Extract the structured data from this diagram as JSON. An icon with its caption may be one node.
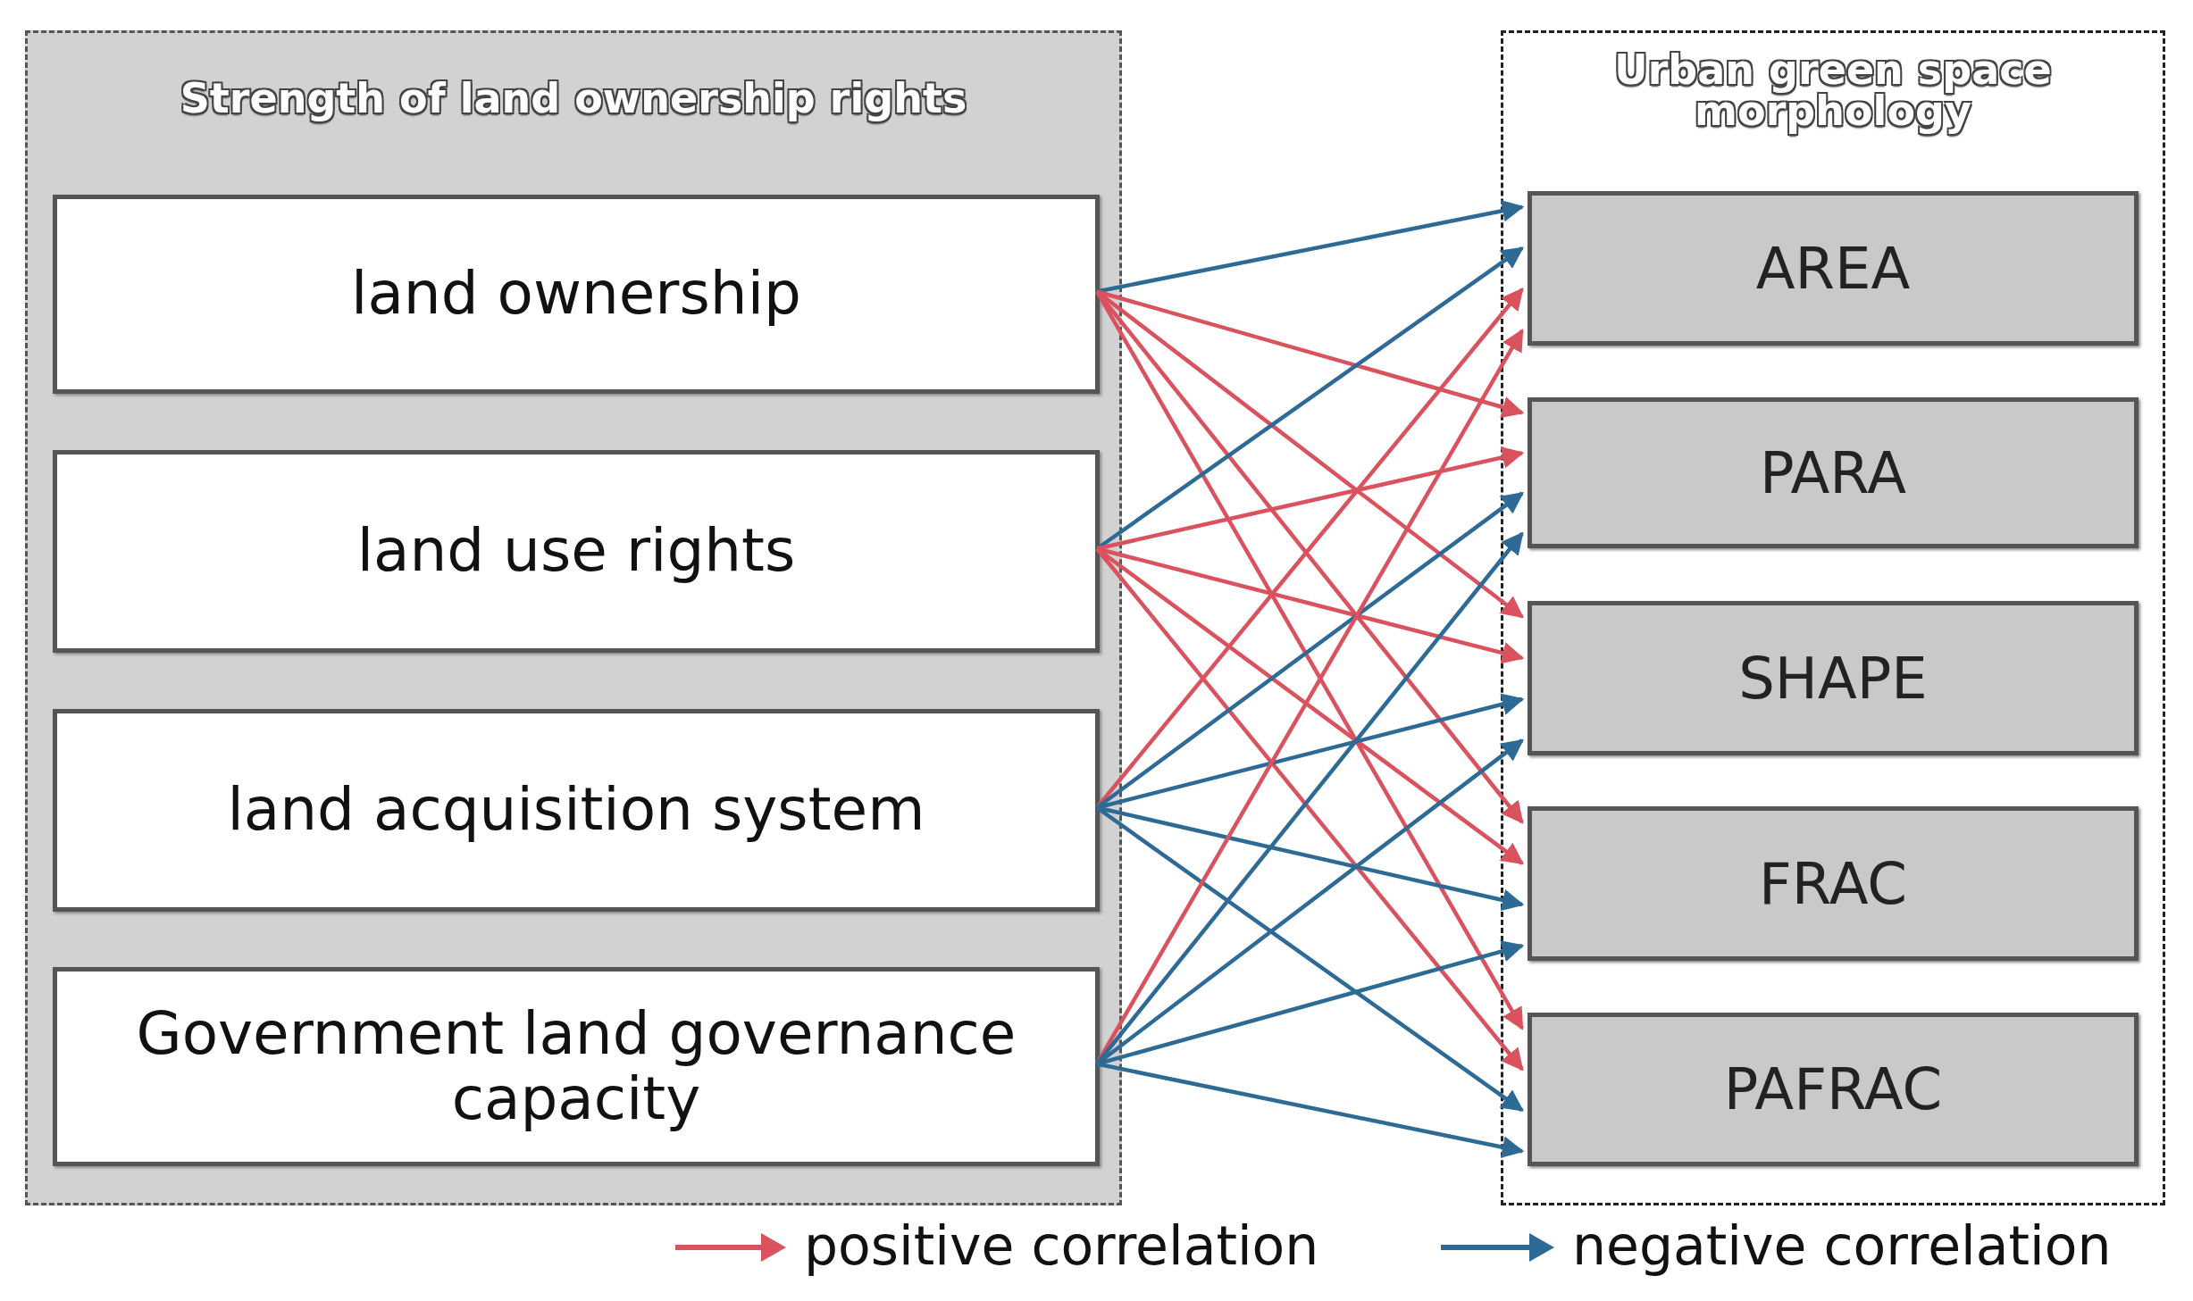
{
  "diagram": {
    "nodes": [
      {
        "text": [
          "Strength of land ownership rights"
        ]
      },
      {
        "text": [
          "land ownership"
        ],
        "in": 0
      },
      {
        "text": [
          "land use rights"
        ],
        "in": 0
      },
      {
        "text": [
          "land acquisition system"
        ],
        "in": 0
      },
      {
        "text": [
          "Government land governance capacity"
        ],
        "in": 0
      },
      {
        "text": [
          "Urban green space morphology"
        ]
      },
      {
        "text": [
          "AREA"
        ],
        "in": 5
      },
      {
        "text": [
          "PARA"
        ],
        "in": 5
      },
      {
        "text": [
          "SHAPE"
        ],
        "in": 5
      },
      {
        "text": [
          "FRAC"
        ],
        "in": 5
      },
      {
        "text": [
          "PAFRAC"
        ],
        "in": 5
      }
    ],
    "edges": [
      {
        "from": 1,
        "to": 6,
        "arrow": "to",
        "color": "#2e6a96"
      },
      {
        "from": 1,
        "to": 7,
        "arrow": "to",
        "color": "#d9525e"
      },
      {
        "from": 1,
        "to": 8,
        "arrow": "to",
        "color": "#d9525e"
      },
      {
        "from": 1,
        "to": 9,
        "arrow": "to",
        "color": "#d9525e"
      },
      {
        "from": 1,
        "to": 10,
        "arrow": "to",
        "color": "#d9525e"
      },
      {
        "from": 2,
        "to": 6,
        "arrow": "to",
        "color": "#2e6a96"
      },
      {
        "from": 2,
        "to": 7,
        "arrow": "to",
        "color": "#d9525e"
      },
      {
        "from": 2,
        "to": 8,
        "arrow": "to",
        "color": "#d9525e"
      },
      {
        "from": 2,
        "to": 9,
        "arrow": "to",
        "color": "#d9525e"
      },
      {
        "from": 2,
        "to": 10,
        "arrow": "to",
        "color": "#d9525e"
      },
      {
        "from": 3,
        "to": 6,
        "arrow": "to",
        "color": "#d9525e"
      },
      {
        "from": 3,
        "to": 7,
        "arrow": "to",
        "color": "#2e6a96"
      },
      {
        "from": 3,
        "to": 8,
        "arrow": "to",
        "color": "#2e6a96"
      },
      {
        "from": 3,
        "to": 9,
        "arrow": "to",
        "color": "#2e6a96"
      },
      {
        "from": 3,
        "to": 10,
        "arrow": "to",
        "color": "#2e6a96"
      },
      {
        "from": 4,
        "to": 6,
        "arrow": "to",
        "color": "#d9525e"
      },
      {
        "from": 4,
        "to": 7,
        "arrow": "to",
        "color": "#2e6a96"
      },
      {
        "from": 4,
        "to": 8,
        "arrow": "to",
        "color": "#2e6a96"
      },
      {
        "from": 4,
        "to": 9,
        "arrow": "to",
        "color": "#2e6a96"
      },
      {
        "from": 4,
        "to": 10,
        "arrow": "to",
        "color": "#2e6a96"
      }
    ],
    "legend": [
      {
        "text": "positive correlation",
        "color": "#d9525e"
      },
      {
        "text": "negative correlation",
        "color": "#2e6a96"
      }
    ]
  }
}
